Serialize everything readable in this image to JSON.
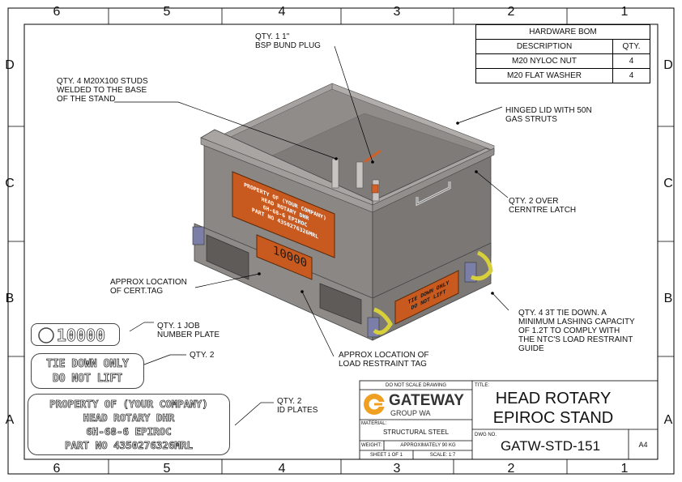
{
  "zones": {
    "columns": [
      "6",
      "5",
      "4",
      "3",
      "2",
      "1"
    ],
    "rows": [
      "D",
      "C",
      "B",
      "A"
    ]
  },
  "bom": {
    "title": "HARDWARE BOM",
    "headers": [
      "DESCRIPTION",
      "QTY."
    ],
    "rows": [
      {
        "description": "M20 NYLOC NUT",
        "qty": "4"
      },
      {
        "description": "M20 FLAT WASHER",
        "qty": "4"
      }
    ]
  },
  "callouts": {
    "plug": [
      "QTY. 1 1\"",
      "BSP BUND PLUG"
    ],
    "studs": [
      "QTY. 4 M20X100 STUDS",
      "WELDED TO THE BASE",
      "OF THE STAND"
    ],
    "lid": [
      "HINGED LID WITH 50N",
      "GAS STRUTS"
    ],
    "latch": [
      "QTY. 2 OVER",
      "CERNTRE LATCH"
    ],
    "cert_tag": [
      "APPROX LOCATION",
      "OF CERT.TAG"
    ],
    "job_plate": [
      "QTY. 1 JOB",
      "NUMBER PLATE"
    ],
    "tiedown_tags": [
      "QTY. 2"
    ],
    "tiedown": [
      "QTY. 4 3T TIE DOWN. A",
      "MINIMUM LASHING CAPACITY",
      "OF 1.2T TO COMPLY WITH",
      "THE NTC'S LOAD RESTRAINT",
      "GUIDE"
    ],
    "restraint_tag": [
      "APPROX LOCATION OF",
      "LOAD RESTRAINT TAG"
    ],
    "id_plates": [
      "QTY. 2",
      "ID PLATES"
    ]
  },
  "plates": {
    "job_number": "10000",
    "tie_down": [
      "TIE DOWN ONLY",
      "DO NOT LIFT"
    ],
    "id_plate": [
      "PROPERTY OF (YOUR COMPANY)",
      "HEAD ROTARY DHR",
      "6H-68-6 EPIROC",
      "PART NO 4350276326MRL"
    ]
  },
  "box_labels": {
    "id_plate": [
      "PROPERTY OF (YOUR COMPANY)",
      "HEAD ROTARY DHR",
      "6H-68-6 EPIROC",
      "PART NO 4350276326MRL"
    ],
    "job_number": "10000",
    "tie_down": [
      "TIE DOWN ONLY",
      "DO NOT LIFT"
    ]
  },
  "title_block": {
    "not_scale": "DO NOT SCALE DRAWING",
    "company": "GATEWAY",
    "company_sub": "GROUP WA",
    "title_label": "TITLE:",
    "title": [
      "HEAD ROTARY",
      "EPIROC STAND"
    ],
    "material_label": "MATERIAL:",
    "material": "STRUCTURAL STEEL",
    "dwg_label": "DWG NO.",
    "dwg_no": "GATW-STD-151",
    "size": "A4",
    "weight_label": "WEIGHT:",
    "weight": "APPROXIMATELY 90 KG",
    "sheet": "SHEET 1 OF 1",
    "scale": "SCALE: 1:7"
  },
  "colors": {
    "steel": "#8a8784",
    "steel_dark": "#6f6c69",
    "steel_light": "#9d9a97",
    "plate_orange": "#c85a20",
    "logo_orange": "#f0a020"
  }
}
